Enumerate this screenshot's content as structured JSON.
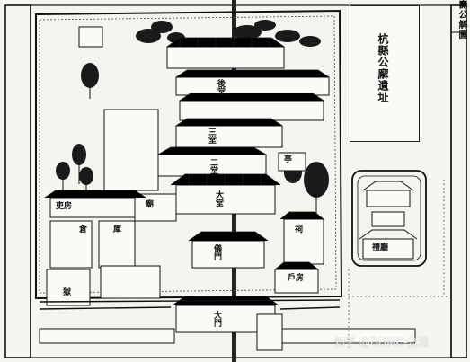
{
  "header": {
    "title": "壽公解圖"
  },
  "cartouche": {
    "title": "杭縣公廨遺址"
  },
  "labels": {
    "hall_gate": "大門",
    "yi_men": "儀門",
    "main_hall": "大堂",
    "second_hall": "二堂",
    "third_hall": "三堂",
    "rear_hall": "後堂",
    "prison": "獄",
    "granary": "倉",
    "treasury": "庫",
    "temple": "廟",
    "shrine": "祠",
    "west_office": "吏房",
    "east_office": "戶房",
    "pavilion": "亭",
    "annex_hall": "禮廳"
  },
  "watermark": "知乎 @DDMC-沧浪"
}
